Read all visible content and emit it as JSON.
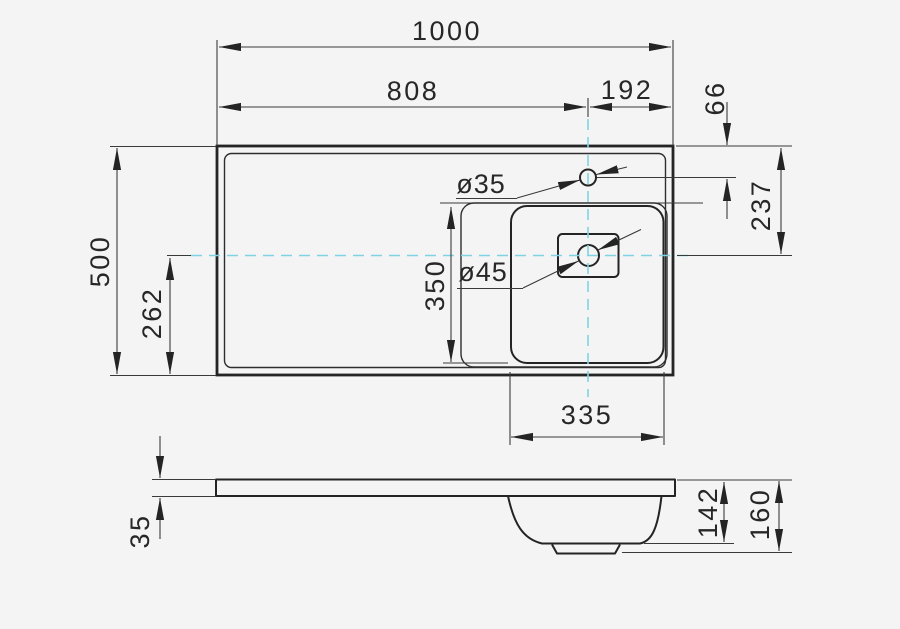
{
  "drawing": {
    "colors": {
      "background": "#f4f4f4",
      "line": "#242424",
      "centerline": "#7fd3e3"
    },
    "top_view": {
      "overall_width": "1000",
      "left_edge_to_faucet_axis": "808",
      "faucet_axis_to_right_edge": "192",
      "overall_depth": "500",
      "bottom_edge_to_drain_axis": "262",
      "basin_length": "350",
      "basin_width": "335",
      "top_edge_to_faucet_axis": "66",
      "top_edge_to_drain_axis": "237",
      "faucet_hole_diameter": "ø35",
      "drain_hole_diameter": "ø45"
    },
    "side_view": {
      "slab_thickness": "35",
      "bowl_depth": "142",
      "total_height": "160"
    }
  }
}
